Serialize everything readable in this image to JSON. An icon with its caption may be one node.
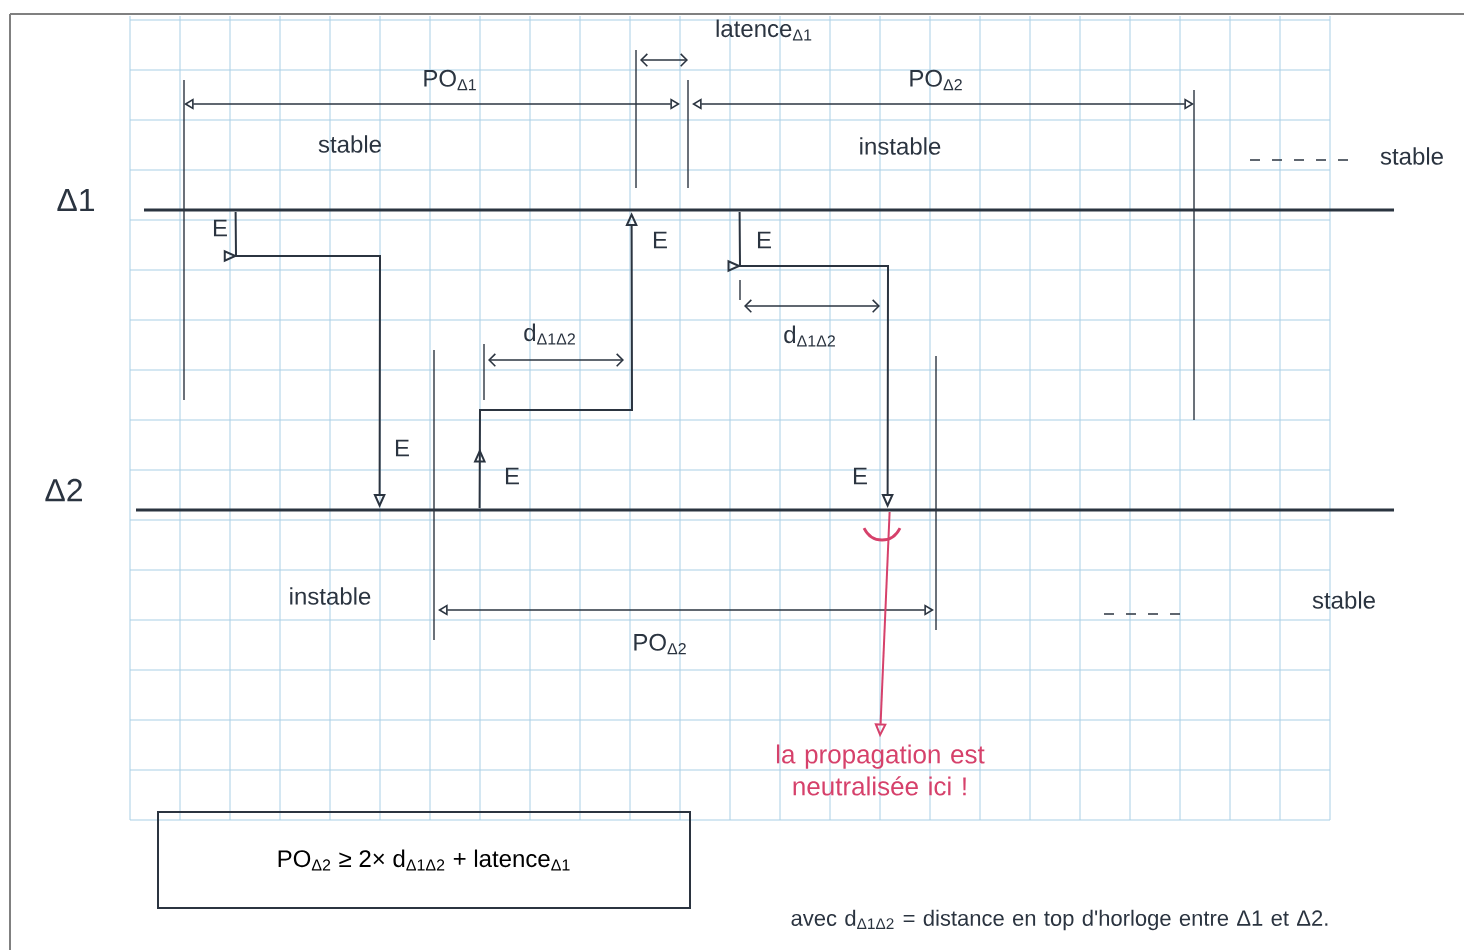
{
  "diagram": {
    "nodes": [
      {
        "text": [
          "Δ1"
        ]
      },
      {
        "text": [
          "Δ2"
        ]
      },
      {
        "text": [
          "la propagation est neutralisée ici !"
        ]
      },
      {
        "text": [
          "PO$_{Δ2}$ ≥ 2× d$_{Δ1Δ2}$ + latence$_{Δ1}$"
        ]
      }
    ],
    "edges": [
      {
        "from": 0,
        "to": 1,
        "arrow": "to"
      },
      {
        "from": 1,
        "to": 0,
        "arrow": "to"
      },
      {
        "from": 0,
        "to": 1,
        "arrow": "to"
      },
      {
        "from": 1,
        "to": 2,
        "arrow": "to",
        "color": "#d6416b"
      }
    ],
    "labels": [
      "latence$_{Δ1}$",
      "PO$_{Δ1}$",
      "PO$_{Δ2}$",
      "stable",
      "instable",
      "stable",
      "E",
      "E",
      "E",
      "d$_{Δ1Δ2}$",
      "d$_{Δ1Δ2}$",
      "E",
      "E",
      "E",
      "instable",
      "PO$_{Δ2}$",
      "stable",
      "avec d$_{Δ1Δ2}$ = distance en top d'horloge entre Δ1 et Δ2."
    ]
  }
}
